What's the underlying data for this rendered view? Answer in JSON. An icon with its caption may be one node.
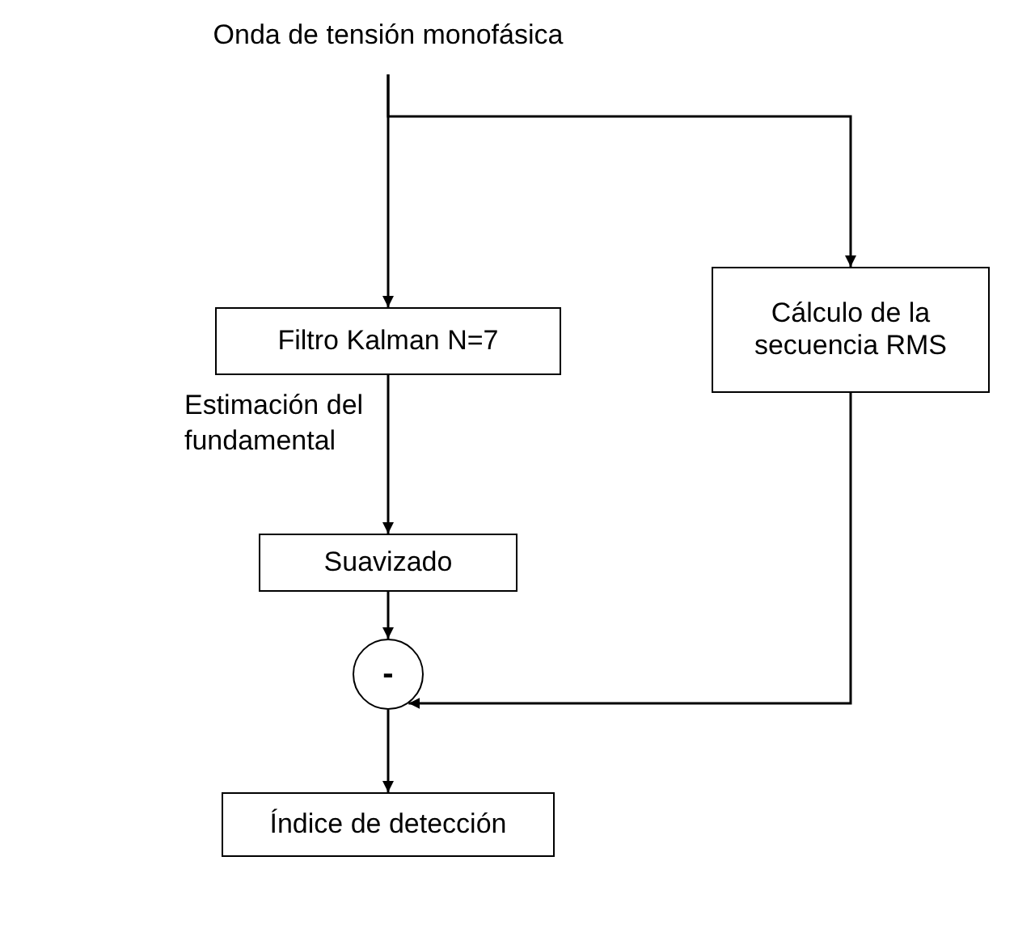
{
  "diagram": {
    "nodes": [
      {
        "text": [
          "Onda de tensión monofásica"
        ]
      },
      {
        "text": [
          "Filtro Kalman N=7"
        ]
      },
      {
        "text": [
          "Cálculo de la secuencia RMS"
        ]
      },
      {
        "text": [
          "Suavizado"
        ]
      },
      {
        "text": [
          "-"
        ]
      },
      {
        "text": [
          "Índice de detección"
        ]
      }
    ],
    "edges": [
      {
        "from": 0,
        "to": 1,
        "arrow": "to"
      },
      {
        "from": 0,
        "to": 2,
        "arrow": "to"
      },
      {
        "from": 1,
        "to": 3,
        "arrow": "to",
        "label": "Estimación del fundamental"
      },
      {
        "from": 3,
        "to": 4,
        "arrow": "to"
      },
      {
        "from": 2,
        "to": 4,
        "arrow": "to"
      },
      {
        "from": 4,
        "to": 5,
        "arrow": "to"
      }
    ]
  }
}
